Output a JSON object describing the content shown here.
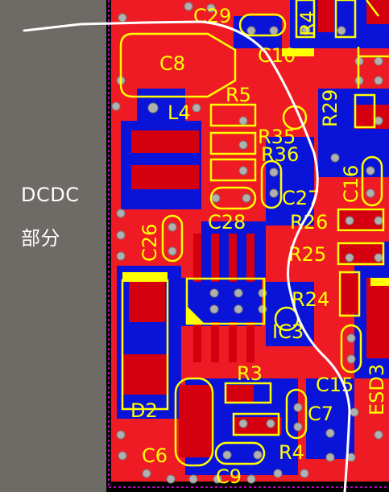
{
  "side_label": {
    "line1": "DCDC",
    "line2": "部分"
  },
  "designators": [
    {
      "id": "c29",
      "text": "C29"
    },
    {
      "id": "r4x",
      "text": "R4"
    },
    {
      "id": "c8",
      "text": "C8"
    },
    {
      "id": "c10",
      "text": "C10"
    },
    {
      "id": "l4",
      "text": "L4"
    },
    {
      "id": "r5",
      "text": "R5"
    },
    {
      "id": "r29",
      "text": "R29"
    },
    {
      "id": "r35",
      "text": "R35"
    },
    {
      "id": "r36",
      "text": "R36"
    },
    {
      "id": "c16",
      "text": "C16"
    },
    {
      "id": "c27",
      "text": "C27"
    },
    {
      "id": "c28",
      "text": "C28"
    },
    {
      "id": "r26",
      "text": "R26"
    },
    {
      "id": "c26",
      "text": "C26"
    },
    {
      "id": "r25",
      "text": "R25"
    },
    {
      "id": "r24",
      "text": "R24"
    },
    {
      "id": "ic3",
      "text": "IC3"
    },
    {
      "id": "esd3",
      "text": "ESD3"
    },
    {
      "id": "c15",
      "text": "C15"
    },
    {
      "id": "r3",
      "text": "R3"
    },
    {
      "id": "d2",
      "text": "D2"
    },
    {
      "id": "c7",
      "text": "C7"
    },
    {
      "id": "c6",
      "text": "C6"
    },
    {
      "id": "r4",
      "text": "R4"
    },
    {
      "id": "c9",
      "text": "C9"
    }
  ],
  "colors": {
    "background": "#6b6561",
    "copper_top": "#ff0000",
    "copper_bottom": "#0000ff",
    "silkscreen": "#ffff00",
    "board_outline": "#ff00ff",
    "annotation": "#ffffff"
  }
}
